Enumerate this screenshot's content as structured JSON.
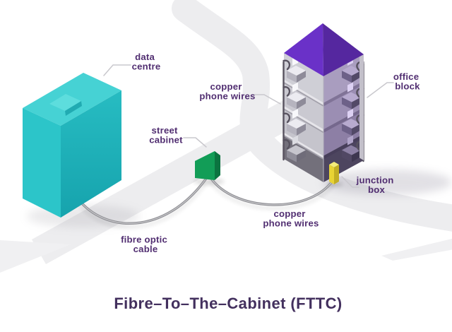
{
  "title": "Fibre–To–The–Cabinet (FTTC)",
  "labels": {
    "data_centre": {
      "line1": "data",
      "line2": "centre"
    },
    "copper_wires_building": {
      "line1": "copper",
      "line2": "phone wires"
    },
    "street_cabinet": {
      "line1": "street",
      "line2": "cabinet"
    },
    "office_block": {
      "line1": "office",
      "line2": "block"
    },
    "junction_box": {
      "line1": "junction",
      "line2": "box"
    },
    "copper_wires_ground": {
      "line1": "copper",
      "line2": "phone wires"
    },
    "fibre_optic_cable": {
      "line1": "fibre optic",
      "line2": "cable"
    }
  },
  "palette": {
    "teal_left": "#2cc5c9",
    "teal_top": "#46d2d4",
    "green": "#129d57",
    "yellow": "#e8d334",
    "roof_purple": "#6a31c8",
    "roof_purple_dark": "#55279f",
    "label_purple": "#512e71",
    "title_purple": "#43305e",
    "cable_grey": "#909095",
    "road_grey": "#ededef"
  }
}
